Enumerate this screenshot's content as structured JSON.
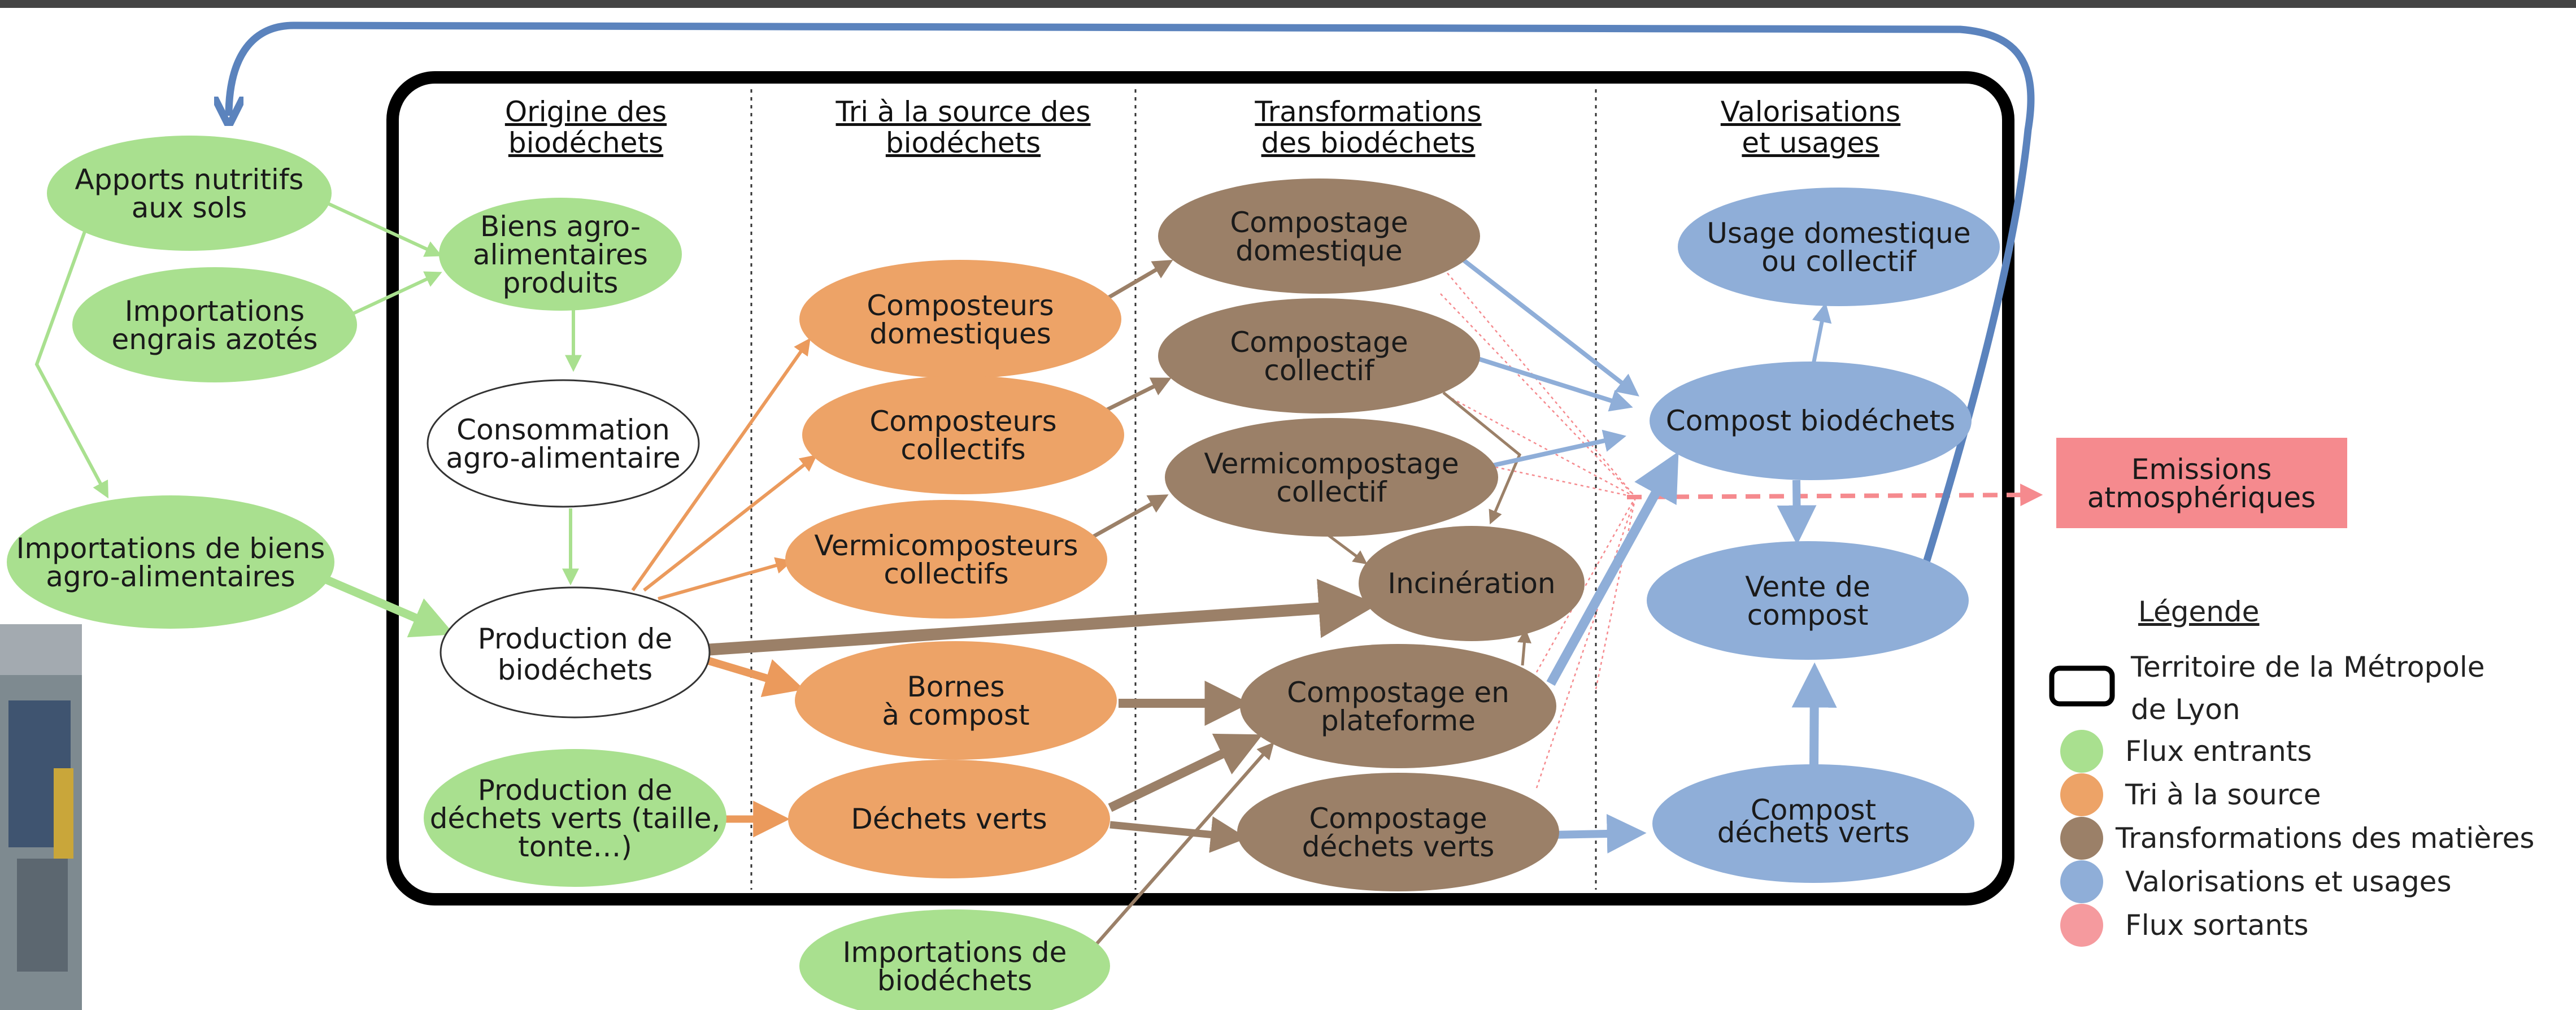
{
  "columns": [
    {
      "line1": "Origine des",
      "line2": "biodéchets"
    },
    {
      "line1": "Tri à la source des",
      "line2": "biodéchets"
    },
    {
      "line1": "Transformations",
      "line2": "des biodéchets"
    },
    {
      "line1": "Valorisations",
      "line2": "et usages"
    }
  ],
  "nodes": {
    "apports": [
      "Apports nutritifs",
      "aux sols"
    ],
    "importations_engrais": [
      "Importations",
      "engrais azotés"
    ],
    "importations_biens": [
      "Importations de biens",
      "agro-alimentaires"
    ],
    "biens_agro": [
      "Biens agro-",
      "alimentaires",
      "produits"
    ],
    "consommation": [
      "Consommation",
      "agro-alimentaire"
    ],
    "production_biodechets": [
      "Production de",
      "biodéchets"
    ],
    "production_dechets_verts": [
      "Production de",
      "déchets verts (taille,",
      "tonte…)"
    ],
    "composteurs_domestiques": [
      "Composteurs",
      "domestiques"
    ],
    "composteurs_collectifs": [
      "Composteurs",
      "collectifs"
    ],
    "vermicomposteurs": [
      "Vermicomposteurs",
      "collectifs"
    ],
    "bornes": [
      "Bornes",
      "à compost"
    ],
    "dechets_verts": [
      "Déchets verts"
    ],
    "importations_biodechets": [
      "Importations de",
      "biodéchets"
    ],
    "compostage_domestique": [
      "Compostage",
      "domestique"
    ],
    "compostage_collectif": [
      "Compostage",
      "collectif"
    ],
    "vermicompostage": [
      "Vermicompostage",
      "collectif"
    ],
    "incineration": [
      "Incinération"
    ],
    "compostage_plateforme": [
      "Compostage en",
      "plateforme"
    ],
    "compostage_dechets_verts": [
      "Compostage",
      "déchets verts"
    ],
    "usage_domestique": [
      "Usage domestique",
      "ou collectif"
    ],
    "compost_biodechets": [
      "Compost biodéchets"
    ],
    "vente_compost": [
      "Vente de",
      "compost"
    ],
    "compost_dechets_verts": [
      "Compost",
      "déchets verts"
    ],
    "emissions": [
      "Emissions",
      "atmosphériques"
    ]
  },
  "legend": {
    "title": "Légende",
    "territory_line1": "Territoire de la Métropole",
    "territory_line2": "de Lyon",
    "items": [
      {
        "label": "Flux entrants",
        "color": "#a9e08f"
      },
      {
        "label": "Tri à la source",
        "color": "#eda367"
      },
      {
        "label": "Transformations des matières",
        "color": "#9b8068"
      },
      {
        "label": "Valorisations et usages",
        "color": "#8faed8"
      },
      {
        "label": "Flux sortants",
        "color": "#f59a9e"
      }
    ]
  },
  "colors": {
    "green": "#a9e08f",
    "orange": "#eda367",
    "brown": "#9b8068",
    "blue": "#8faed8",
    "pink": "#f58a8e",
    "loop_blue": "#5b83bd"
  }
}
